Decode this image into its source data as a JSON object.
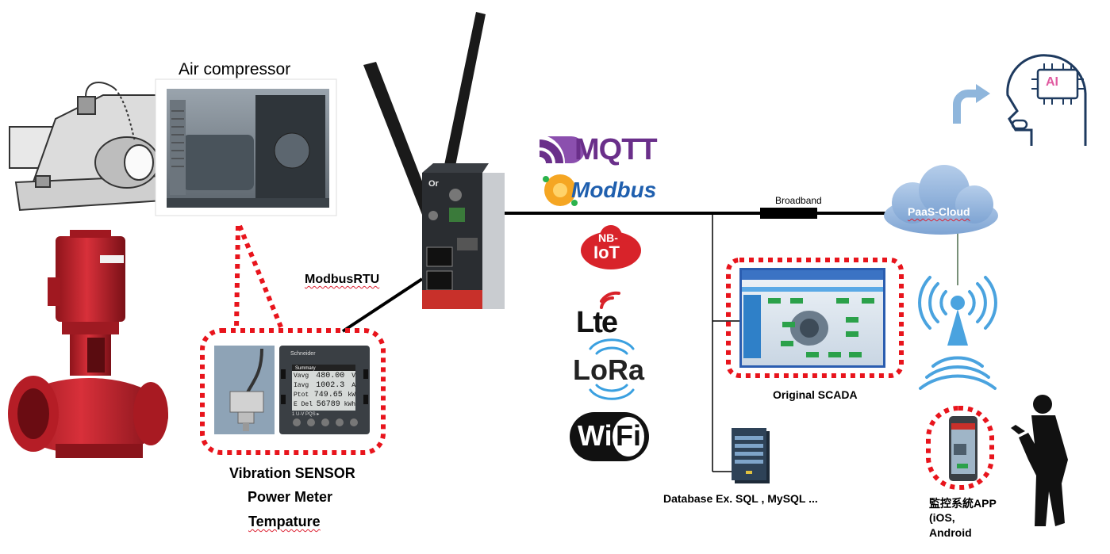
{
  "labels": {
    "air_compressor": "Air compressor",
    "modbus_rtu": "ModbusRTU",
    "sensor_line1": "Vibration SENSOR",
    "sensor_line2": "Power Meter",
    "sensor_line3": "Tempature",
    "broadband": "Broadband",
    "paas_cloud": "PaaS-Cloud",
    "original_scada": "Original SCADA",
    "database": "Database Ex. SQL , MySQL ...",
    "app_line1": "監控系統APP",
    "app_line2": "(iOS,",
    "app_line3": "Android"
  },
  "logos": {
    "mqtt": "MQTT",
    "modbus": "Modbus",
    "nbiot_top": "NB-",
    "nbiot_bottom": "IoT",
    "lte": "Lte",
    "lora": "LoRa",
    "wifi_wi": "Wi",
    "wifi_fi": "Fi",
    "ai": "AI"
  },
  "meter": {
    "header": "Summary",
    "brand": "Schneider",
    "rows": [
      {
        "label": "Vavg",
        "value": "480.00",
        "unit": "V"
      },
      {
        "label": "Iavg",
        "value": "1002.3",
        "unit": "A"
      },
      {
        "label": "Ptot",
        "value": "749.65",
        "unit": "kW"
      },
      {
        "label": "E Del",
        "value": "56789",
        "unit": "kWh"
      }
    ],
    "soft_keys": "1   U-V   PQS   ▸"
  },
  "router": {
    "brand": "Or"
  },
  "colors": {
    "red_dotted": "#e8141c",
    "pump_red": "#c8202a",
    "cloud_blue": "#8fb3dc",
    "tower_blue": "#4aa3df",
    "mqtt_purple": "#6a2f8a",
    "modbus_blue": "#1f5fae",
    "scada_frame": "#2a5db0"
  }
}
